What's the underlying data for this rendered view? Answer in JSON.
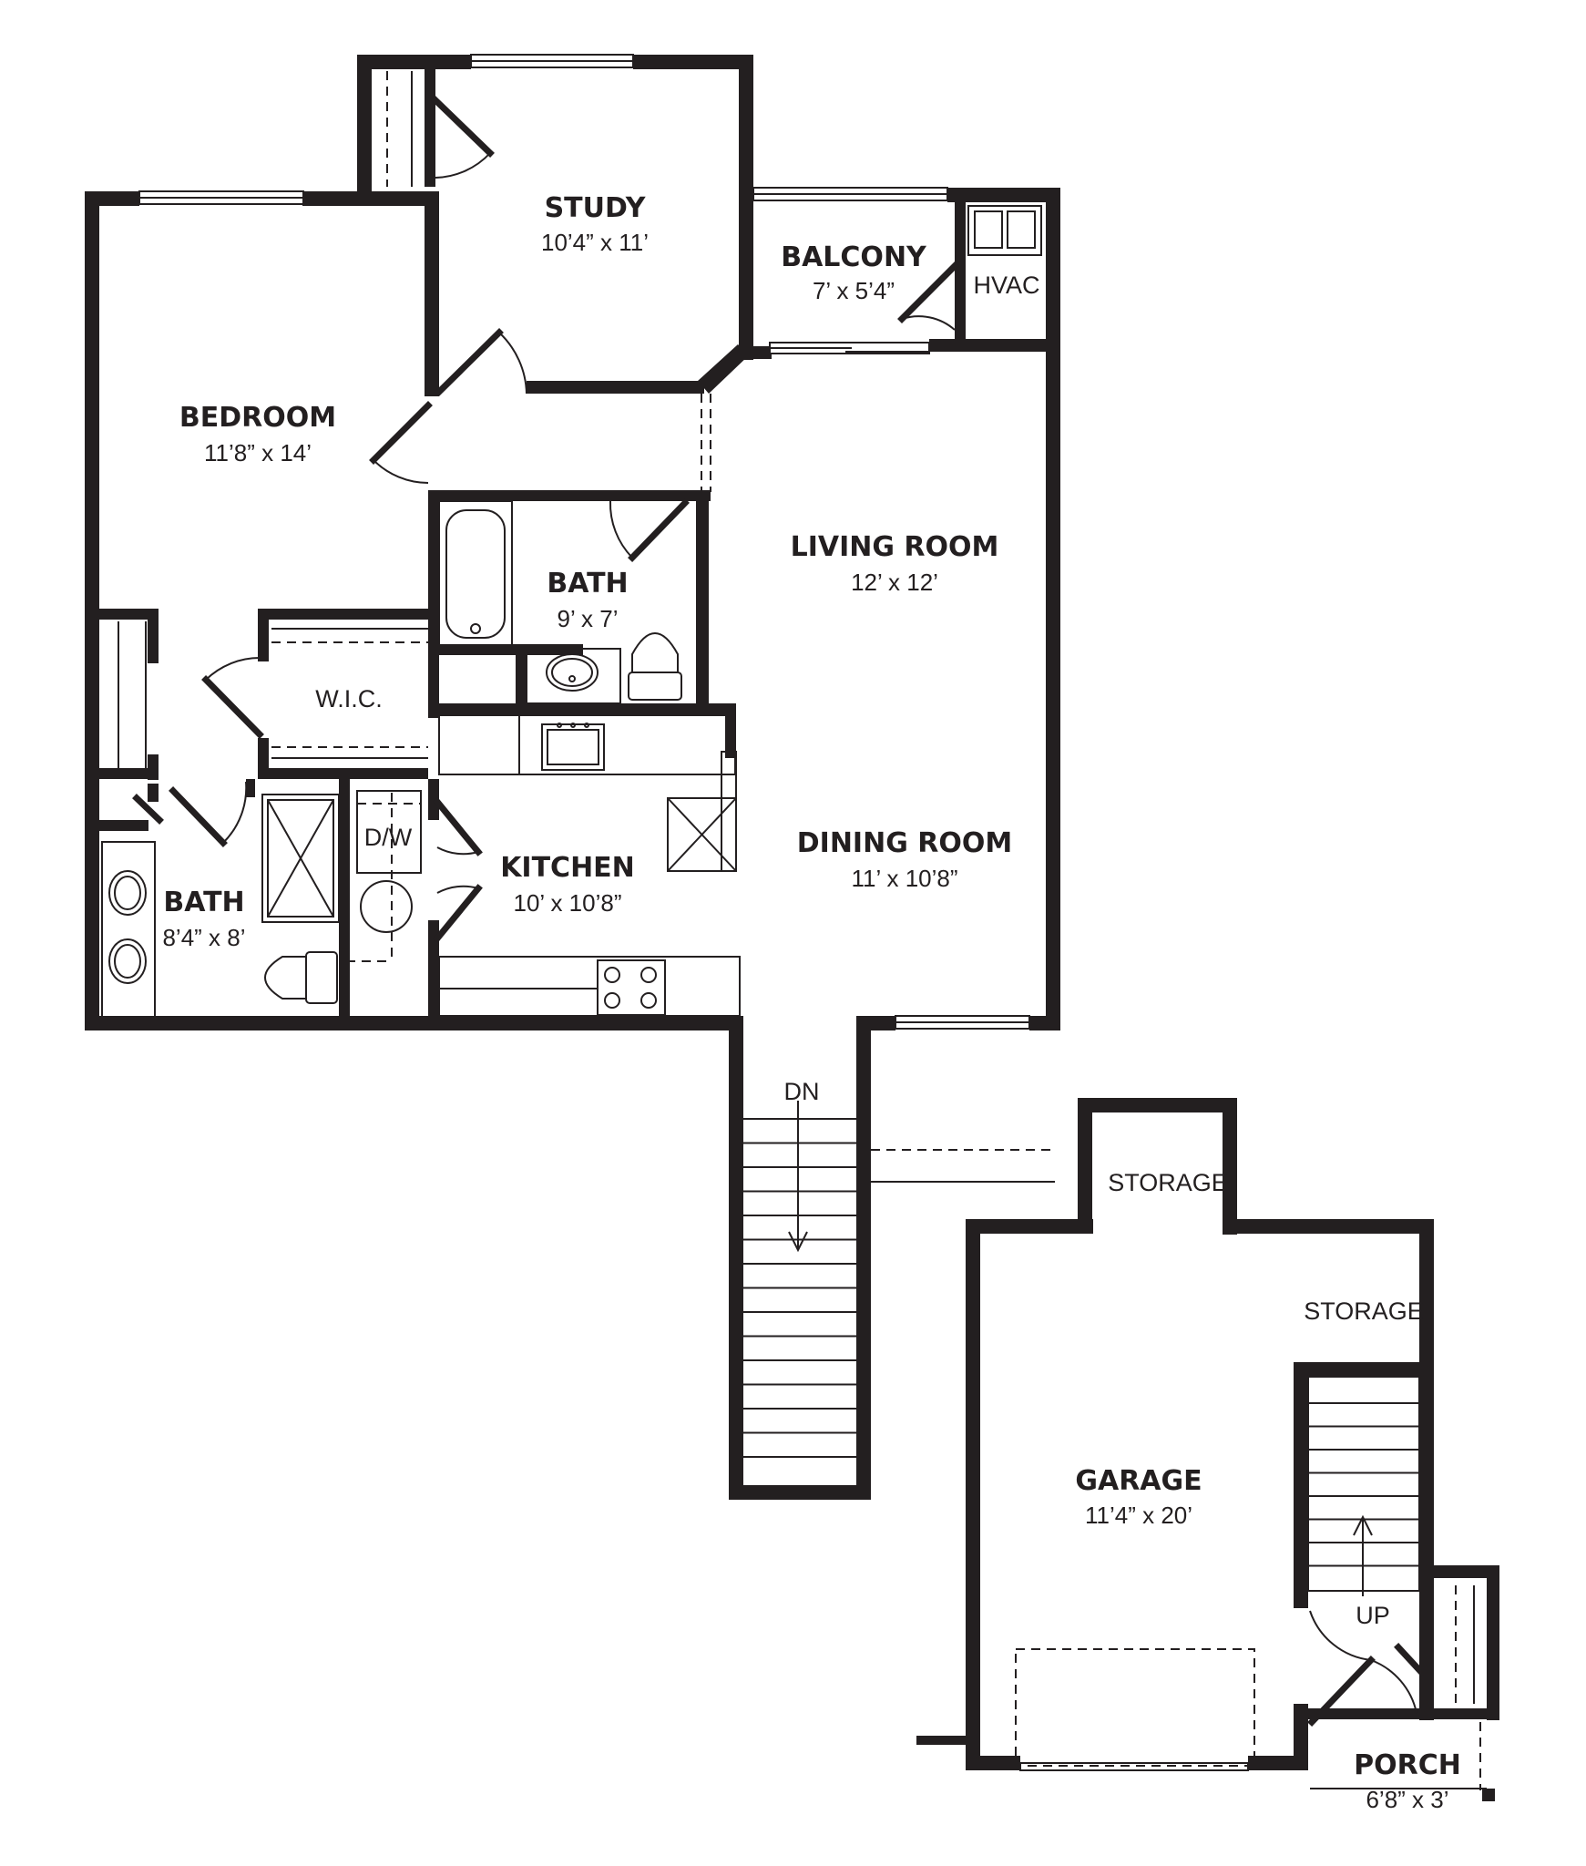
{
  "rooms": {
    "study": {
      "name": "STUDY",
      "dims": "10’4” x 11’"
    },
    "balcony": {
      "name": "BALCONY",
      "dims": "7’ x 5’4”"
    },
    "bedroom": {
      "name": "BEDROOM",
      "dims": "11’8” x 14’"
    },
    "bath1": {
      "name": "BATH",
      "dims": "9’ x 7’"
    },
    "living": {
      "name": "LIVING ROOM",
      "dims": "12’ x 12’"
    },
    "dining": {
      "name": "DINING ROOM",
      "dims": "11’ x 10’8”"
    },
    "kitchen": {
      "name": "KITCHEN",
      "dims": "10’ x 10’8”"
    },
    "bath2": {
      "name": "BATH",
      "dims": "8’4” x 8’"
    },
    "garage": {
      "name": "GARAGE",
      "dims": "11’4” x 20’"
    },
    "porch": {
      "name": "PORCH",
      "dims": "6’8” x 3’"
    }
  },
  "labels": {
    "hvac": "HVAC",
    "wic": "W.I.C.",
    "dishwasher": "D/W",
    "stairs_down": "DN",
    "stairs_up": "UP",
    "storage_upper": "STORAGE",
    "storage_lower": "STORAGE"
  }
}
